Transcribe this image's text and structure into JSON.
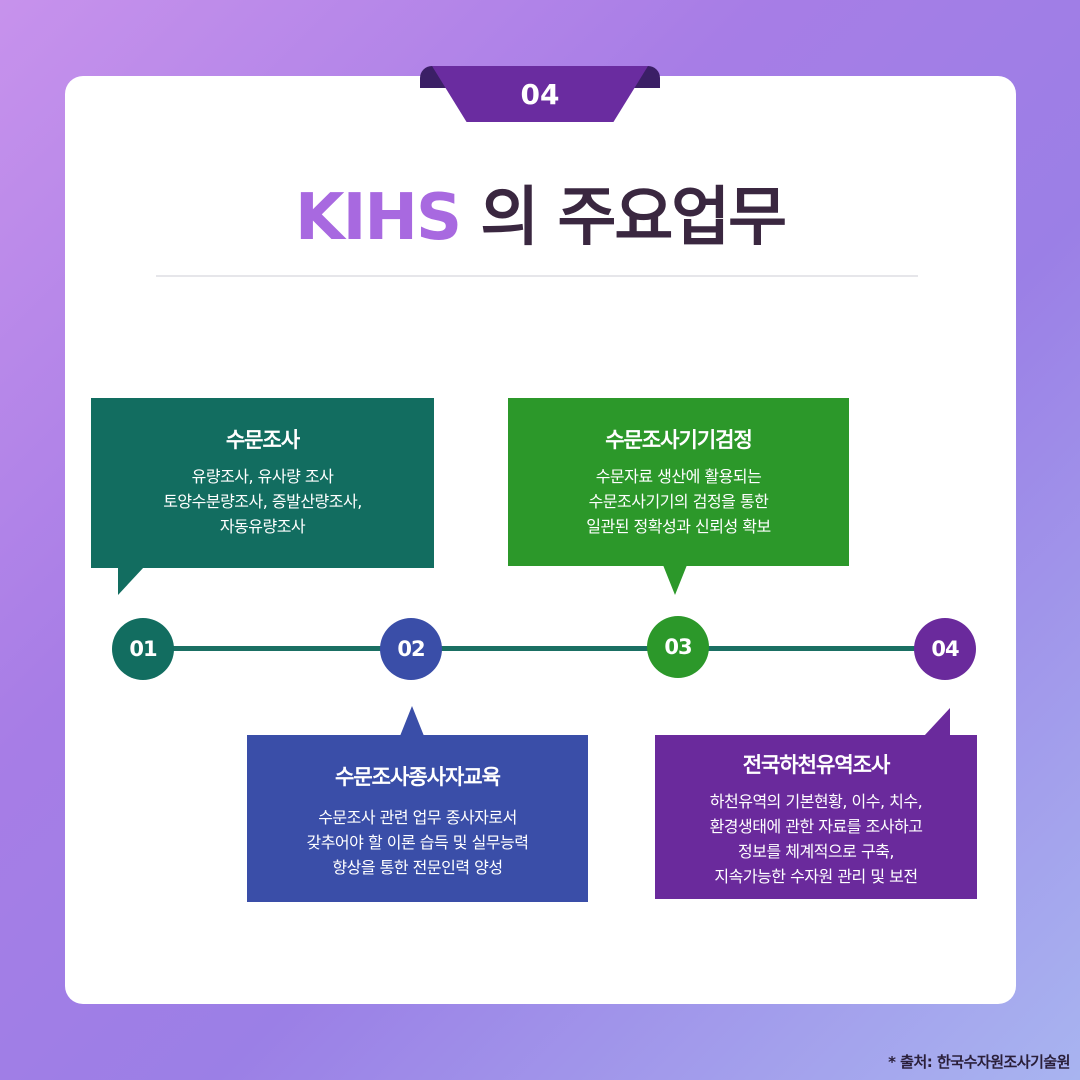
{
  "header": {
    "number": "04",
    "title_kihs": "KIHS",
    "title_rest": " 의 주요업무"
  },
  "colors": {
    "step1": "#126d60",
    "step2": "#3a4ea8",
    "step3": "#2c982a",
    "step4": "#6a2a9c",
    "line": "#1a6f63"
  },
  "steps": [
    {
      "number": "01",
      "title": "수문조사",
      "lines": [
        "유량조사, 유사량 조사",
        "토양수분량조사, 증발산량조사,",
        "자동유량조사"
      ]
    },
    {
      "number": "02",
      "title": "수문조사종사자교육",
      "lines": [
        "수문조사 관련 업무 종사자로서",
        "갖추어야 할 이론 습득 및 실무능력",
        "향상을 통한 전문인력 양성"
      ]
    },
    {
      "number": "03",
      "title": "수문조사기기검정",
      "lines": [
        "수문자료 생산에 활용되는",
        "수문조사기기의 검정을 통한",
        "일관된 정확성과 신뢰성 확보"
      ]
    },
    {
      "number": "04",
      "title": "전국하천유역조사",
      "lines": [
        "하천유역의 기본현황, 이수, 치수,",
        "환경생태에 관한 자료를 조사하고",
        "정보를 체계적으로 구축,",
        "지속가능한 수자원 관리 및 보전"
      ]
    }
  ],
  "source": "* 출처: 한국수자원조사기술원"
}
